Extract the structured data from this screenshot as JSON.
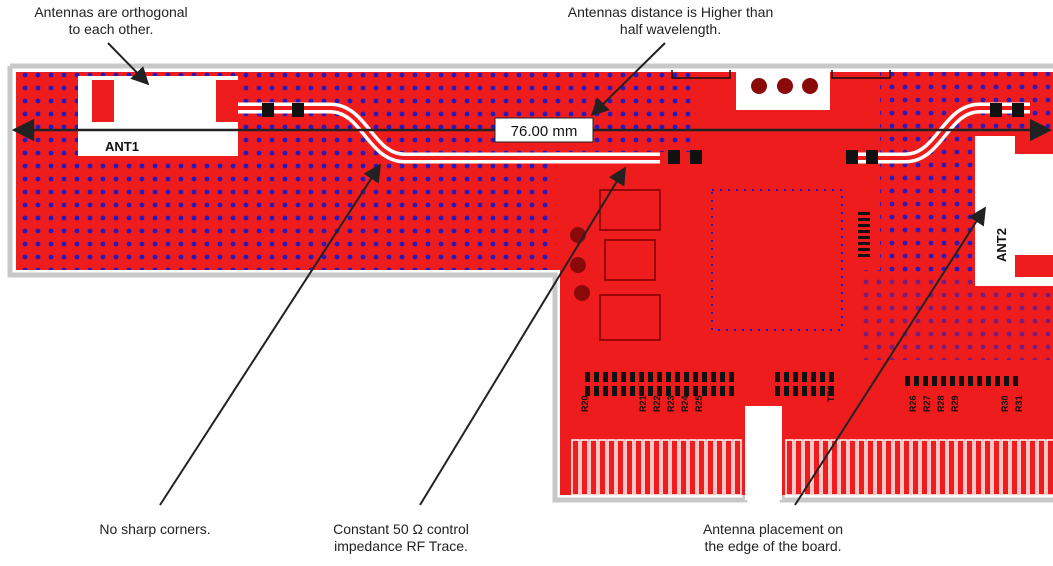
{
  "callouts": {
    "orthogonal": {
      "line1": "Antennas are orthogonal",
      "line2": "to each other."
    },
    "distance": {
      "line1": "Antennas distance is Higher than",
      "line2": "half wavelength."
    },
    "corners": {
      "line1": "No sharp corners."
    },
    "impedance": {
      "line1": "Constant 50 Ω control",
      "line2": "impedance RF Trace."
    },
    "placement": {
      "line1": "Antenna placement on",
      "line2": "the edge of the board."
    }
  },
  "board": {
    "dimension_label": "76.00 mm",
    "ant1_label": "ANT1",
    "ant2_label": "ANT2",
    "silkscreen": [
      "TP6",
      "R20",
      "R21",
      "R22",
      "R23",
      "R24",
      "R25",
      "R26",
      "R27",
      "R28",
      "R29",
      "R30",
      "R31"
    ]
  },
  "colors": {
    "copper": "#ee1c1c",
    "via": "#1a1ac8",
    "outline": "#c8c8c8",
    "keepout": "#ffffff",
    "pad": "#111111",
    "text": "#222222"
  }
}
